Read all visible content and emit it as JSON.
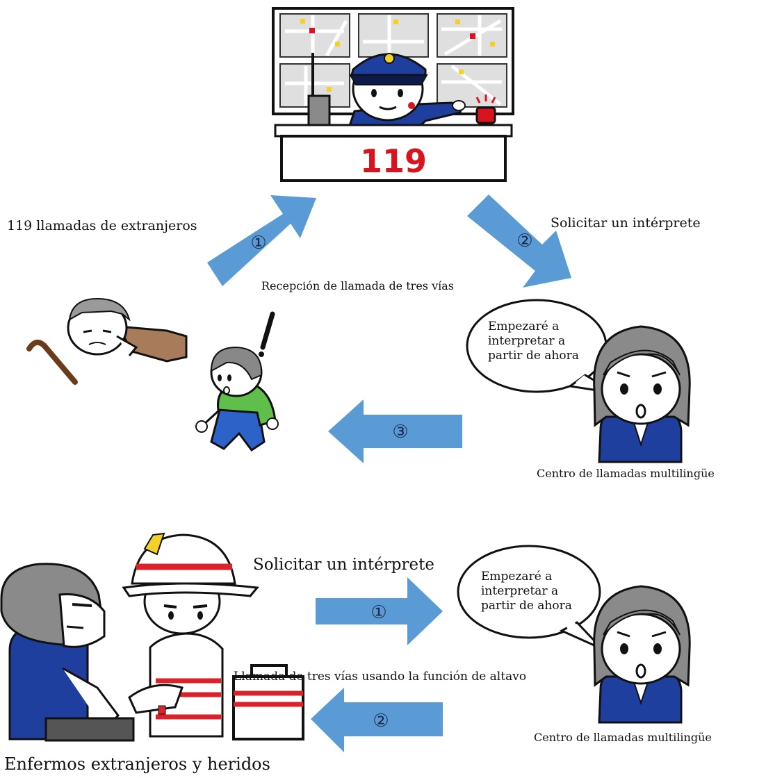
{
  "dispatch_center": {
    "number_sign": "119"
  },
  "top_flow": {
    "caller_label": "119 llamadas de extranjeros",
    "request_label": "Solicitar un intérprete",
    "three_way_label": "Recepción de llamada de tres vías",
    "bubble_text": [
      "Empezaré a",
      "interpretar a",
      "partir de ahora"
    ],
    "center_label": "Centro de llamadas multilingüe",
    "steps": [
      "①",
      "②",
      "③"
    ]
  },
  "bottom_flow": {
    "request_label": "Solicitar un intérprete",
    "bubble_text": [
      "Empezaré a",
      "interpretar a",
      "partir de ahora"
    ],
    "speaker_label": "Llamada de tres vías usando la función de altavo",
    "center_label": "Centro de llamadas multilingüe",
    "patients_label": "Enfermos extranjeros y heridos",
    "steps": [
      "①",
      "②"
    ]
  },
  "colors": {
    "arrow": "#5b9bd5",
    "sign_red": "#d9141e",
    "uniform_blue": "#1f3f9f",
    "helmet_red": "#d9222a"
  }
}
